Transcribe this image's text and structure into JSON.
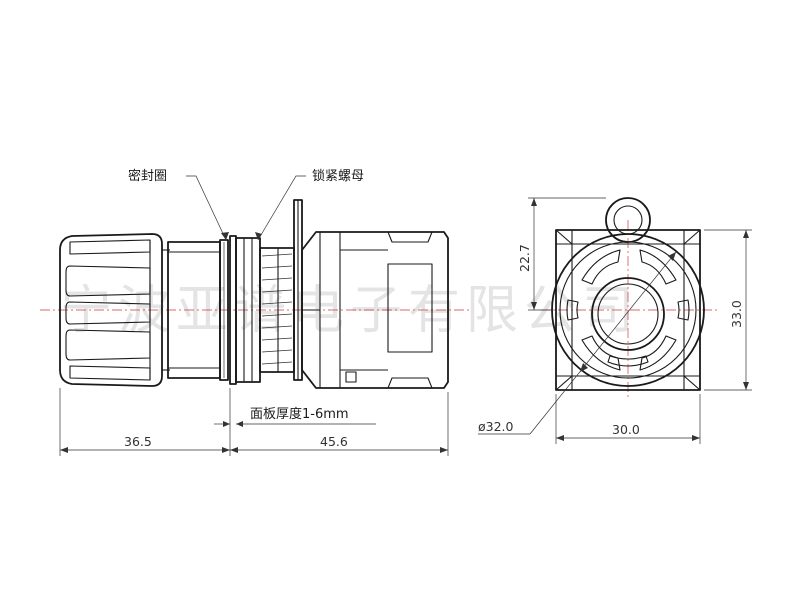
{
  "labels": {
    "seal_ring": "密封圈",
    "lock_nut": "锁紧螺母",
    "panel_thickness": "面板厚度1-6mm"
  },
  "dimensions": {
    "head_length": "36.5",
    "body_length": "45.6",
    "upper_height": "22.7",
    "total_height": "33.0",
    "diameter": "ø32.0",
    "width": "30.0"
  },
  "watermark": "宁波亚谱电子有限公司"
}
